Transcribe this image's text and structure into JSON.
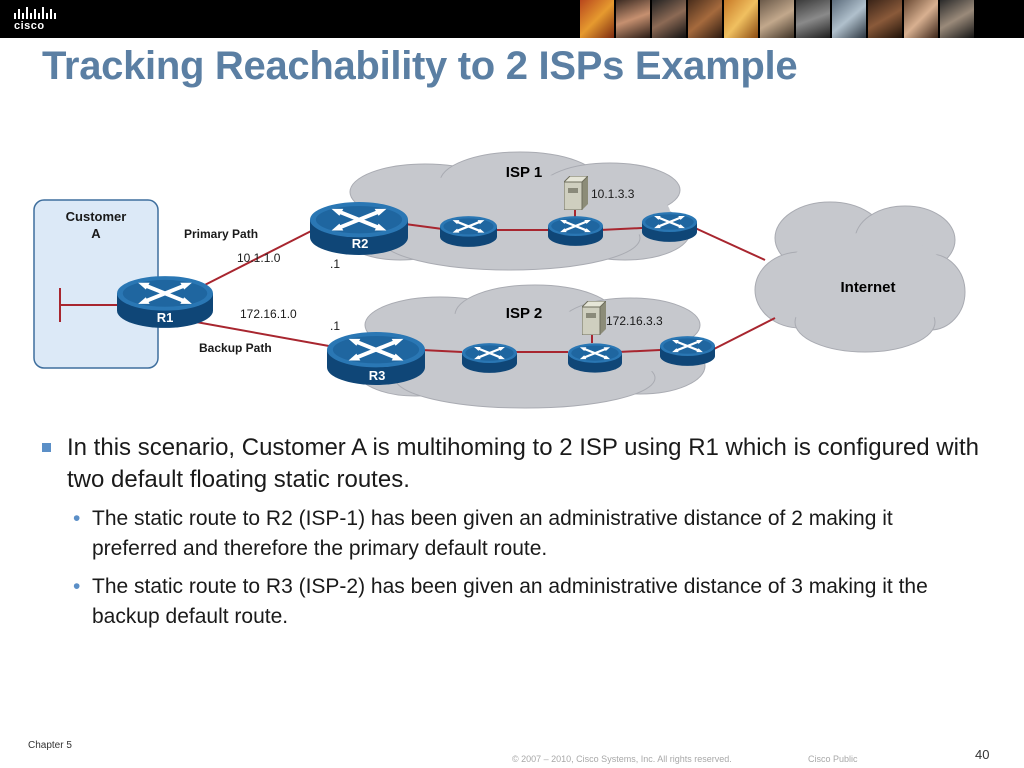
{
  "header": {
    "logo_text": "cisco"
  },
  "slide": {
    "title": "Tracking Reachability to 2 ISPs Example"
  },
  "diagram": {
    "customer_label_1": "Customer",
    "customer_label_2": "A",
    "primary_path": "Primary Path",
    "backup_path": "Backup Path",
    "net_primary": "10.1.1.0",
    "net_backup": "172.16.1.0",
    "r2_addr": ".1",
    "r3_addr": ".1",
    "isp1_label": "ISP 1",
    "isp2_label": "ISP 2",
    "server1_addr": "10.1.3.3",
    "server2_addr": "172.16.3.3",
    "internet_label": "Internet",
    "routers": {
      "r1": "R1",
      "r2": "R2",
      "r3": "R3"
    },
    "colors": {
      "link": "#a8262f",
      "router": "#1d5f96",
      "cloud": "#c6c8cd",
      "customer_box": "#dce9f7"
    }
  },
  "bullets": {
    "main": "In this scenario, Customer A is multihoming to 2 ISP using R1 which is configured with two default floating static routes.",
    "sub1": "The static route to R2 (ISP-1) has been given an administrative distance of 2 making it preferred and therefore the primary default route.",
    "sub2": "The static route to R3 (ISP-2) has been given an administrative distance of 3 making it the backup default route."
  },
  "footer": {
    "chapter": "Chapter 5",
    "copyright": "© 2007 – 2010, Cisco Systems, Inc. All rights reserved.",
    "classification": "Cisco Public",
    "page": "40"
  },
  "colors": {
    "title": "#5b7fa3",
    "bullet": "#5b8fc7",
    "topbar": "#000000"
  }
}
